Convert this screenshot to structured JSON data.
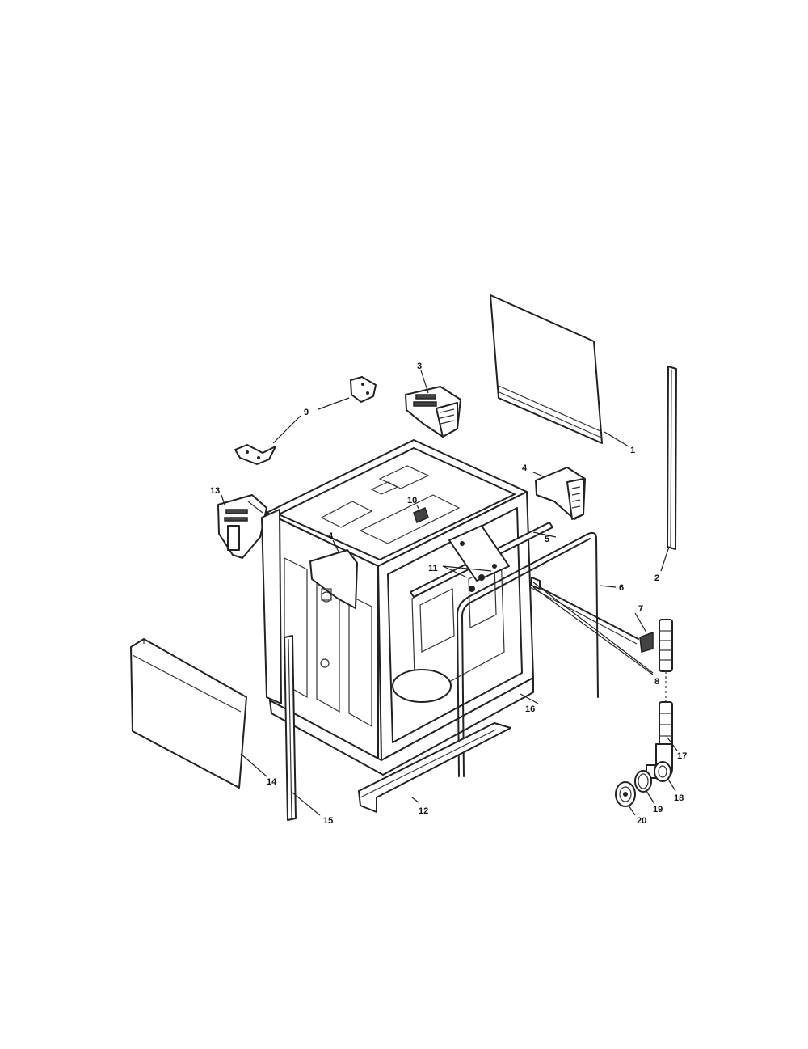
{
  "callouts": [
    {
      "id": "c1",
      "label": "1"
    },
    {
      "id": "c2",
      "label": "2"
    },
    {
      "id": "c3",
      "label": "3"
    },
    {
      "id": "c4a",
      "label": "4"
    },
    {
      "id": "c4b",
      "label": "4"
    },
    {
      "id": "c5",
      "label": "5"
    },
    {
      "id": "c6",
      "label": "6"
    },
    {
      "id": "c7",
      "label": "7"
    },
    {
      "id": "c8",
      "label": "8"
    },
    {
      "id": "c9",
      "label": "9"
    },
    {
      "id": "c10",
      "label": "10"
    },
    {
      "id": "c11",
      "label": "11"
    },
    {
      "id": "c12",
      "label": "12"
    },
    {
      "id": "c13",
      "label": "13"
    },
    {
      "id": "c14",
      "label": "14"
    },
    {
      "id": "c15",
      "label": "15"
    },
    {
      "id": "c16",
      "label": "16"
    },
    {
      "id": "c17",
      "label": "17"
    },
    {
      "id": "c18",
      "label": "18"
    },
    {
      "id": "c19",
      "label": "19"
    },
    {
      "id": "c20",
      "label": "20"
    }
  ]
}
